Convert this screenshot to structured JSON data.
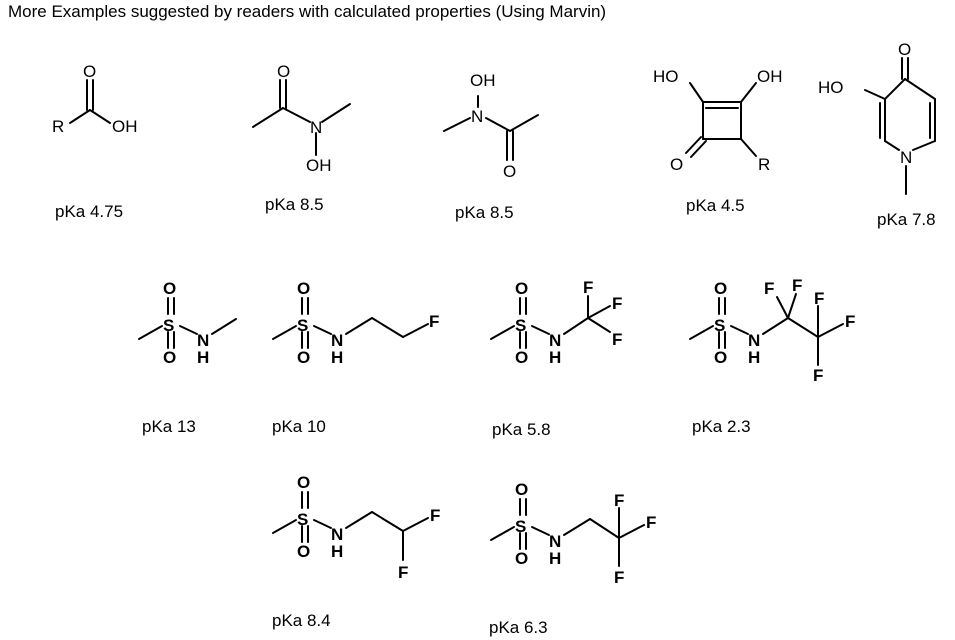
{
  "title": "More Examples suggested by readers with calculated properties (Using Marvin)",
  "molecules": [
    {
      "pka": "pKa 4.75"
    },
    {
      "pka": "pKa 8.5"
    },
    {
      "pka": "pKa 8.5"
    },
    {
      "pka": "pKa 4.5"
    },
    {
      "pka": "pKa 7.8"
    },
    {
      "pka": "pKa 13"
    },
    {
      "pka": "pKa 10"
    },
    {
      "pka": "pKa 5.8"
    },
    {
      "pka": "pKa 2.3"
    },
    {
      "pka": "pKa 8.4"
    },
    {
      "pka": "pKa 6.3"
    }
  ],
  "atoms": {
    "O": "O",
    "OH": "OH",
    "HO": "HO",
    "R": "R",
    "N": "N",
    "S": "S",
    "H": "H",
    "F": "F"
  }
}
